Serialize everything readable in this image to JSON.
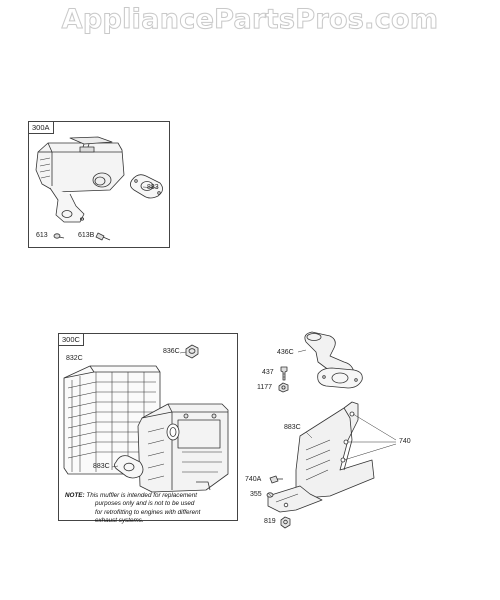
{
  "watermark": "AppliancePartsPros.com",
  "panel_a": {
    "tag": "300A",
    "labels": {
      "p883": "883",
      "p613": "613",
      "p613b": "613B"
    }
  },
  "panel_c": {
    "tag": "300C",
    "labels": {
      "p832c": "832C",
      "p836c": "836C",
      "p883c": "883C"
    },
    "note_prefix": "NOTE:",
    "note_lines": [
      "This muffler is intended for replacement",
      "purposes only and is not to be used",
      "for retrofitting to engines with different",
      "exhaust systems."
    ]
  },
  "loose_parts": {
    "p436c": "436C",
    "p437": "437",
    "p1177": "1177",
    "p883c": "883C",
    "p740": "740",
    "p740a": "740A",
    "p355": "355",
    "p819": "819"
  }
}
